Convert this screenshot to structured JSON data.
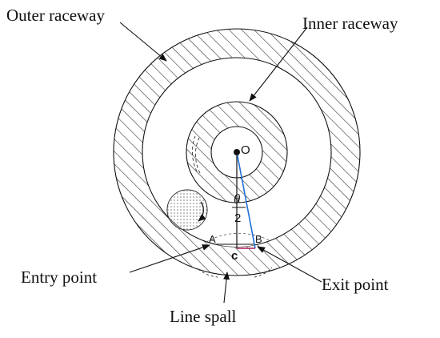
{
  "labels": {
    "outer_raceway": "Outer raceway",
    "inner_raceway": "Inner raceway",
    "entry_point": "Entry point",
    "exit_point": "Exit point",
    "line_spall": "Line spall",
    "center_o": "O",
    "point_a": "A",
    "point_b": "B",
    "length_c": "c",
    "theta": "θ",
    "two": "2"
  },
  "colors": {
    "ink": "#111111",
    "hatch": "#222222",
    "radius_line": "#1f6fd6",
    "chord_line": "#b0185a"
  }
}
